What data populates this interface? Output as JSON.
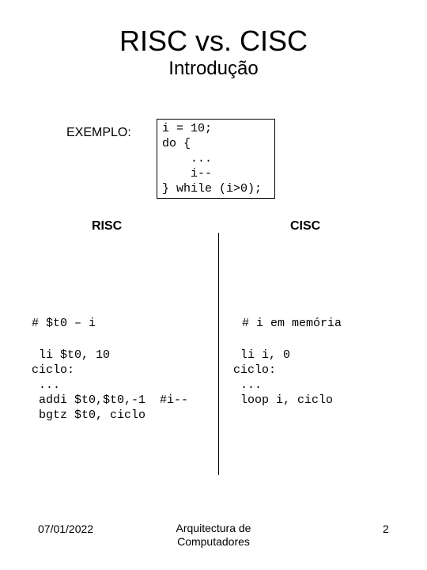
{
  "slide": {
    "title": "RISC vs. CISC",
    "subtitle": "Introdução"
  },
  "example": {
    "label": "EXEMPLO:",
    "code": "i = 10;\ndo {\n    ...\n    i--\n} while (i>0);"
  },
  "risc": {
    "heading": "RISC",
    "comment": "# $t0 – i",
    "code": " li $t0, 10\nciclo:\n ...\n addi $t0,$t0,-1  #i--\n bgtz $t0, ciclo"
  },
  "cisc": {
    "heading": "CISC",
    "comment": "# i em memória",
    "code": " li i, 0\nciclo:\n ...\n loop i, ciclo"
  },
  "footer": {
    "date": "07/01/2022",
    "center": "Arquitectura de Computadores",
    "page": "2"
  }
}
